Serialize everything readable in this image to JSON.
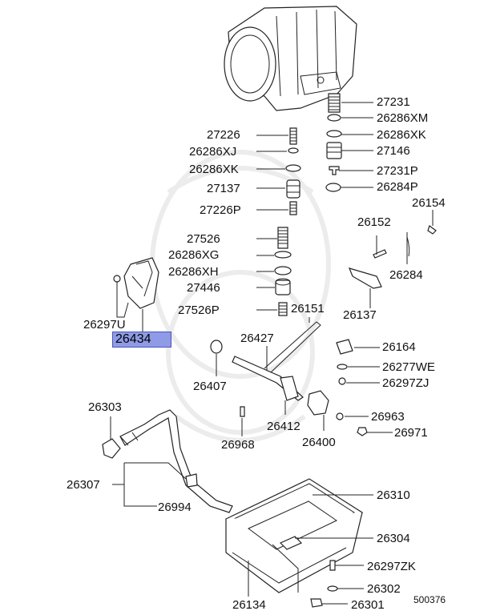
{
  "diagram_id": "500376",
  "highlighted_part": "26434",
  "parts": {
    "p27231": "27231",
    "p26286XM": "26286XM",
    "p26286XK_a": "26286XK",
    "p27146": "27146",
    "p27231P": "27231P",
    "p26284P": "26284P",
    "p27226": "27226",
    "p26286XJ": "26286XJ",
    "p26286XK_b": "26286XK",
    "p27137": "27137",
    "p27226P": "27226P",
    "p26154": "26154",
    "p26152": "26152",
    "p27526": "27526",
    "p26286XG": "26286XG",
    "p26286XH": "26286XH",
    "p26284": "26284",
    "p27446": "27446",
    "p27526P": "27526P",
    "p26151": "26151",
    "p26137": "26137",
    "p26297U": "26297U",
    "p26427": "26427",
    "p26164": "26164",
    "p26277WE": "26277WE",
    "p26407": "26407",
    "p26297ZJ": "26297ZJ",
    "p26303": "26303",
    "p26412": "26412",
    "p26400": "26400",
    "p26963": "26963",
    "p26971": "26971",
    "p26968": "26968",
    "p26307": "26307",
    "p26310": "26310",
    "p26994": "26994",
    "p26304": "26304",
    "p26297ZK": "26297ZK",
    "p26302": "26302",
    "p26134": "26134",
    "p26301": "26301"
  }
}
